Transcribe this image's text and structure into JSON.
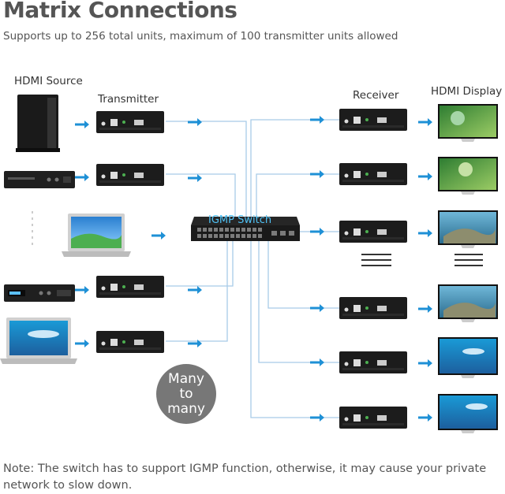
{
  "header": {
    "title": "Matrix Connections",
    "subtitle": "Supports up to 256 total units, maximum of 100 transmitter units allowed"
  },
  "labels": {
    "hdmi_source": "HDMI Source",
    "transmitter": "Transmitter",
    "receiver": "Receiver",
    "hdmi_display": "HDMI Display"
  },
  "switch": {
    "label": "IGMP Switch"
  },
  "badge": {
    "line1": "Many",
    "line2": "to",
    "line3": "many"
  },
  "footer": {
    "note": "Note: The switch has to support IGMP function, otherwise, it may cause your private network to slow down."
  },
  "colors": {
    "arrow": "#1e90d6",
    "wire": "#a8cbe8",
    "device": "#1c1c1c",
    "title": "#555555"
  }
}
